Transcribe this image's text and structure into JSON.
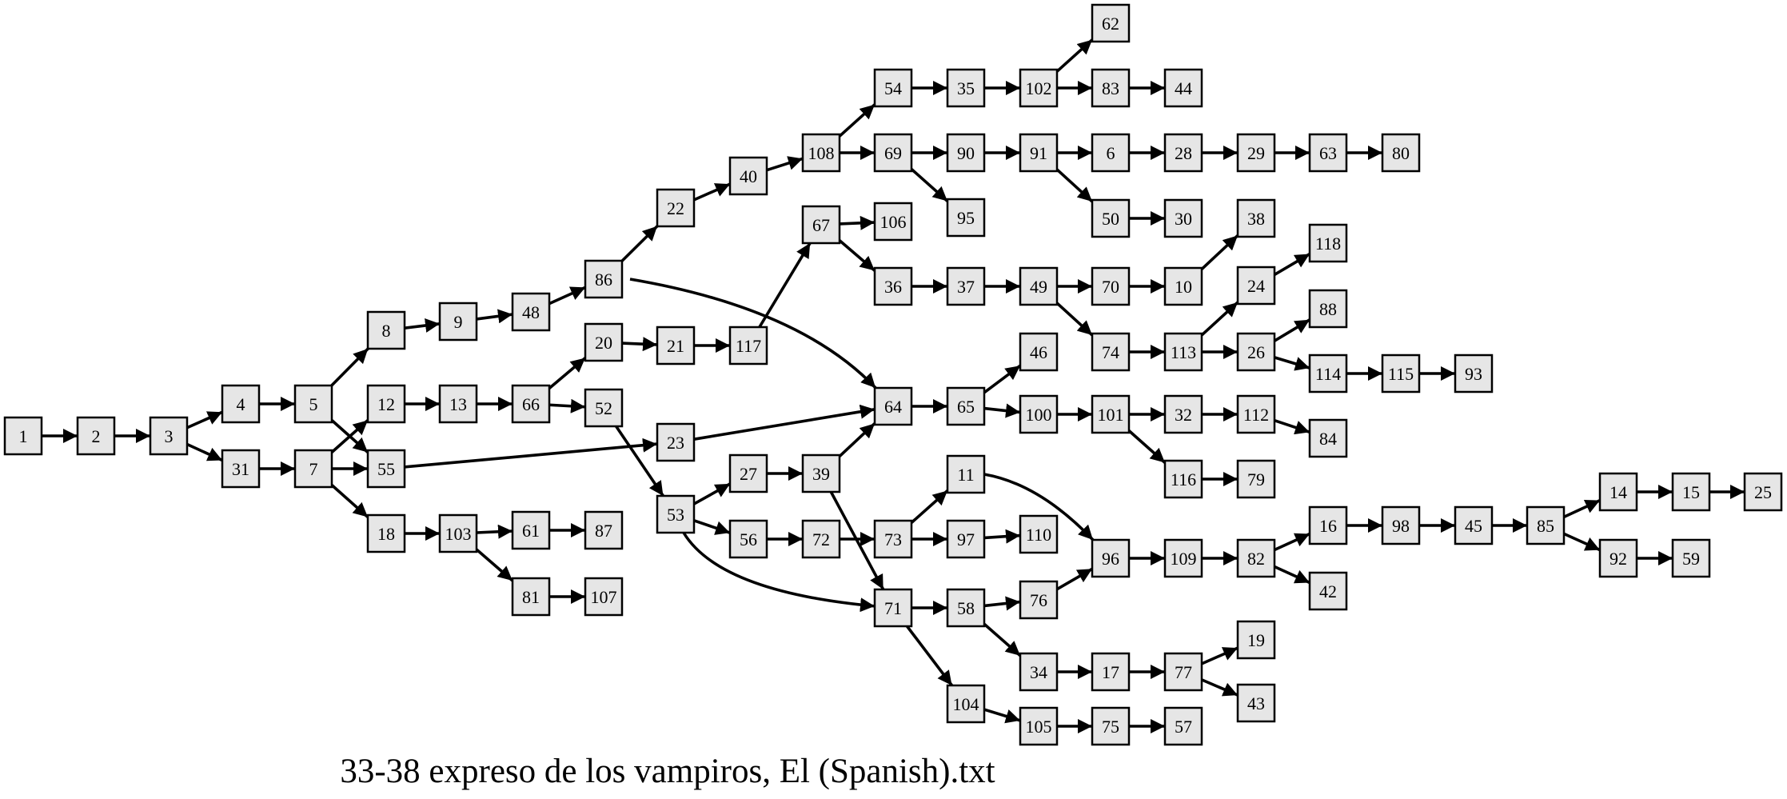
{
  "caption": "33-38 expreso de los vampiros, El (Spanish).txt",
  "colors": {
    "node_fill": "#e6e6e6",
    "stroke": "#000000",
    "background": "#ffffff"
  },
  "nodes": [
    "1",
    "2",
    "3",
    "4",
    "31",
    "5",
    "7",
    "8",
    "55",
    "12",
    "18",
    "9",
    "13",
    "103",
    "48",
    "66",
    "61",
    "81",
    "86",
    "20",
    "52",
    "87",
    "107",
    "22",
    "21",
    "23",
    "53",
    "40",
    "117",
    "27",
    "56",
    "108",
    "67",
    "39",
    "72",
    "54",
    "69",
    "106",
    "36",
    "64",
    "73",
    "71",
    "35",
    "90",
    "95",
    "37",
    "65",
    "11",
    "97",
    "58",
    "104",
    "102",
    "91",
    "49",
    "46",
    "100",
    "110",
    "76",
    "34",
    "105",
    "62",
    "83",
    "6",
    "50",
    "70",
    "74",
    "101",
    "96",
    "17",
    "75",
    "44",
    "28",
    "30",
    "10",
    "113",
    "32",
    "116",
    "109",
    "77",
    "57",
    "29",
    "38",
    "24",
    "26",
    "112",
    "79",
    "82",
    "19",
    "43",
    "63",
    "118",
    "88",
    "114",
    "84",
    "16",
    "42",
    "80",
    "115",
    "98",
    "93",
    "45",
    "85",
    "14",
    "92",
    "15",
    "59",
    "25"
  ],
  "edges": [
    [
      "1",
      "2"
    ],
    [
      "2",
      "3"
    ],
    [
      "3",
      "4"
    ],
    [
      "3",
      "31"
    ],
    [
      "4",
      "5"
    ],
    [
      "31",
      "7"
    ],
    [
      "5",
      "8"
    ],
    [
      "5",
      "55"
    ],
    [
      "7",
      "12"
    ],
    [
      "7",
      "55"
    ],
    [
      "7",
      "18"
    ],
    [
      "8",
      "9"
    ],
    [
      "12",
      "13"
    ],
    [
      "18",
      "103"
    ],
    [
      "9",
      "48"
    ],
    [
      "13",
      "66"
    ],
    [
      "103",
      "61"
    ],
    [
      "103",
      "81"
    ],
    [
      "48",
      "86"
    ],
    [
      "66",
      "20"
    ],
    [
      "66",
      "52"
    ],
    [
      "61",
      "87"
    ],
    [
      "81",
      "107"
    ],
    [
      "86",
      "22"
    ],
    [
      "86",
      "64"
    ],
    [
      "20",
      "21"
    ],
    [
      "55",
      "23"
    ],
    [
      "52",
      "53"
    ],
    [
      "22",
      "40"
    ],
    [
      "21",
      "117"
    ],
    [
      "23",
      "64"
    ],
    [
      "53",
      "27"
    ],
    [
      "53",
      "56"
    ],
    [
      "53",
      "71"
    ],
    [
      "40",
      "108"
    ],
    [
      "117",
      "67"
    ],
    [
      "27",
      "39"
    ],
    [
      "56",
      "72"
    ],
    [
      "108",
      "54"
    ],
    [
      "108",
      "69"
    ],
    [
      "67",
      "106"
    ],
    [
      "67",
      "36"
    ],
    [
      "39",
      "64"
    ],
    [
      "39",
      "71"
    ],
    [
      "72",
      "73"
    ],
    [
      "54",
      "35"
    ],
    [
      "69",
      "90"
    ],
    [
      "69",
      "95"
    ],
    [
      "36",
      "37"
    ],
    [
      "64",
      "65"
    ],
    [
      "73",
      "11"
    ],
    [
      "73",
      "97"
    ],
    [
      "71",
      "58"
    ],
    [
      "71",
      "104"
    ],
    [
      "35",
      "102"
    ],
    [
      "90",
      "91"
    ],
    [
      "37",
      "49"
    ],
    [
      "65",
      "46"
    ],
    [
      "65",
      "100"
    ],
    [
      "97",
      "110"
    ],
    [
      "58",
      "76"
    ],
    [
      "58",
      "34"
    ],
    [
      "104",
      "105"
    ],
    [
      "102",
      "62"
    ],
    [
      "102",
      "83"
    ],
    [
      "91",
      "6"
    ],
    [
      "91",
      "50"
    ],
    [
      "49",
      "70"
    ],
    [
      "49",
      "74"
    ],
    [
      "100",
      "101"
    ],
    [
      "11",
      "96"
    ],
    [
      "76",
      "96"
    ],
    [
      "34",
      "17"
    ],
    [
      "105",
      "75"
    ],
    [
      "83",
      "44"
    ],
    [
      "6",
      "28"
    ],
    [
      "50",
      "30"
    ],
    [
      "70",
      "10"
    ],
    [
      "74",
      "113"
    ],
    [
      "101",
      "32"
    ],
    [
      "101",
      "116"
    ],
    [
      "96",
      "109"
    ],
    [
      "17",
      "77"
    ],
    [
      "75",
      "57"
    ],
    [
      "28",
      "29"
    ],
    [
      "10",
      "38"
    ],
    [
      "113",
      "24"
    ],
    [
      "113",
      "26"
    ],
    [
      "32",
      "112"
    ],
    [
      "116",
      "79"
    ],
    [
      "109",
      "82"
    ],
    [
      "77",
      "19"
    ],
    [
      "77",
      "43"
    ],
    [
      "29",
      "63"
    ],
    [
      "24",
      "118"
    ],
    [
      "26",
      "88"
    ],
    [
      "26",
      "114"
    ],
    [
      "112",
      "84"
    ],
    [
      "82",
      "16"
    ],
    [
      "82",
      "42"
    ],
    [
      "63",
      "80"
    ],
    [
      "114",
      "115"
    ],
    [
      "16",
      "98"
    ],
    [
      "115",
      "93"
    ],
    [
      "98",
      "45"
    ],
    [
      "45",
      "85"
    ],
    [
      "85",
      "14"
    ],
    [
      "85",
      "92"
    ],
    [
      "14",
      "15"
    ],
    [
      "92",
      "59"
    ],
    [
      "15",
      "25"
    ]
  ]
}
